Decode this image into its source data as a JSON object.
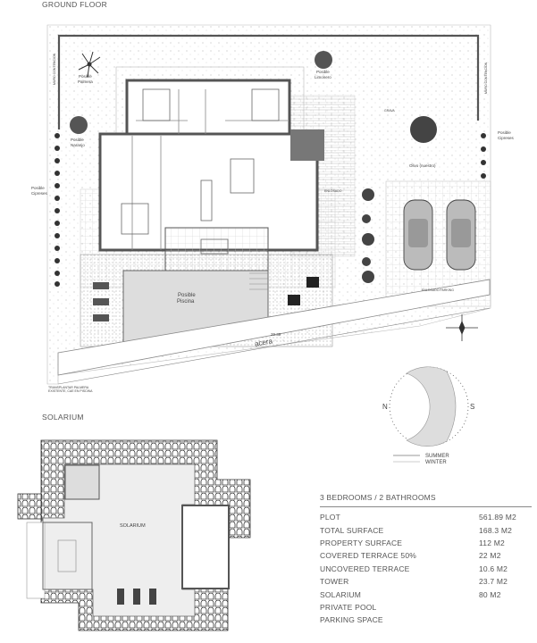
{
  "ground_floor": {
    "heading": "GROUND FLOOR",
    "labels": {
      "palmera": [
        "Posible",
        "Palmera"
      ],
      "limonero": [
        "Posible",
        "Limonero"
      ],
      "naranjo": [
        "Posible",
        "Naranjo"
      ],
      "cipreses_left": [
        "Posible",
        "Cipreses"
      ],
      "cipreses_right": [
        "Posible",
        "Cipreses"
      ],
      "olivo": "Olivo (nuestro)",
      "grava": "GRAVA",
      "muro_left": "MURO CONTENCION",
      "muro_right": "MURO CONTENCION",
      "enlosado": "ENLOSADO",
      "enlosado_parking": "ENLOSADO PARKING",
      "piscina": [
        "Posible",
        "Piscina"
      ],
      "acera": "acera",
      "level": "29.39",
      "transplantar": [
        "TRANSPLANTAR PALMERA",
        "EXISTENTE, CAE EN PISCINA"
      ]
    }
  },
  "sun_diagram": {
    "north": "N",
    "south": "S",
    "legend": [
      "SUMMER",
      "WINTER"
    ]
  },
  "solarium": {
    "heading": "SOLARIUM",
    "room_label": "SOLARIUM"
  },
  "specs": {
    "title": "3 BEDROOMS / 2 BATHROOMS",
    "rows": [
      {
        "label": "PLOT",
        "value": "561.89 M2"
      },
      {
        "label": "TOTAL SURFACE",
        "value": "168.3 M2"
      },
      {
        "label": "PROPERTY SURFACE",
        "value": "112 M2"
      },
      {
        "label": "COVERED TERRACE 50%",
        "value": "22 M2"
      },
      {
        "label": "UNCOVERED TERRACE",
        "value": "10.6 M2"
      },
      {
        "label": "TOWER",
        "value": "23.7 M2"
      },
      {
        "label": "SOLARIUM",
        "value": "80 M2"
      },
      {
        "label": "PRIVATE POOL",
        "value": ""
      },
      {
        "label": "PARKING SPACE",
        "value": ""
      }
    ]
  },
  "colors": {
    "wall": "#555555",
    "floor": "#eeeeee",
    "hatch": "#999999"
  }
}
